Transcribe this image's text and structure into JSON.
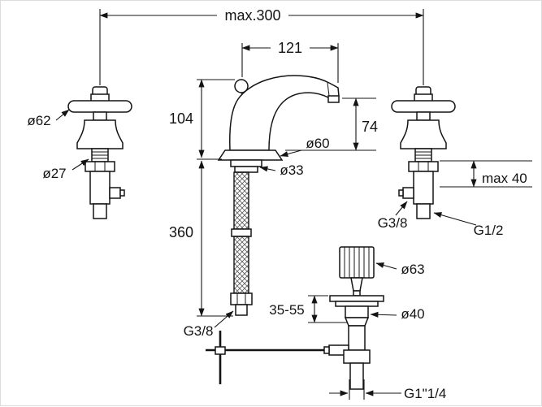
{
  "drawing": {
    "type": "faucet-installation-dimension-drawing",
    "labels": {
      "overall_width": "max.300",
      "spout_reach": "121",
      "spout_height": "104",
      "outlet_height": "74",
      "left_handle_dia": "ø62",
      "left_stem_dia": "ø27",
      "base_dia": "ø60",
      "shank_dia": "ø33",
      "hose_length": "360",
      "hose_thread": "G3/8",
      "deck_thickness": "max 40",
      "valve_outlet_thread": "G3/8",
      "valve_inlet_thread": "G1/2",
      "popup_knob_dia": "ø63",
      "drain_adjust_range": "35-55",
      "drain_body_dia": "ø40",
      "drain_outlet_thread": "G1\"1/4"
    },
    "line_color": "#141414",
    "background": "#ffffff"
  }
}
